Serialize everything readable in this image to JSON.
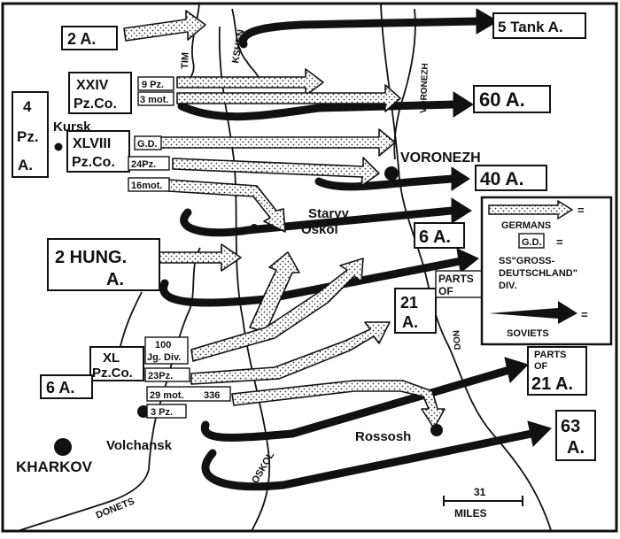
{
  "rivers": {
    "tim": "TIM",
    "kshen": "KSHEN",
    "voronezh": "VORONEZH",
    "don": "DON",
    "oskol": "OSKOL",
    "donets": "DONETS"
  },
  "cities": {
    "kursk": "Kursk",
    "voronezh": "VORONEZH",
    "staryy_oskol": [
      "Staryy",
      "Oskol"
    ],
    "rossosh": "Rossosh",
    "volchansk": "Volchansk",
    "kharkov": "KHARKOV"
  },
  "german_units": {
    "army_4pz": [
      "4",
      "Pz.",
      "A."
    ],
    "army_2": "2 A.",
    "corps_xxiv": [
      "XXIV",
      "Pz.Co."
    ],
    "corps_xlviii": [
      "XLVIII",
      "Pz.Co."
    ],
    "hung_2": [
      "2 HUNG.",
      "A."
    ],
    "corps_xl": [
      "XL",
      "Pz.Co."
    ],
    "army_6": "6 A.",
    "div_9pz": "9 Pz.",
    "div_3mot": "3 mot.",
    "div_gd": "G.D.",
    "div_24pz": "24Pz.",
    "div_16mot": "16mot.",
    "div_100jg": [
      "100",
      "Jg. Div."
    ],
    "div_23pz": "23Pz.",
    "div_29mot": "29 mot.",
    "div_336": "336",
    "div_3pz": "3 Pz."
  },
  "soviet_units": {
    "tank_5": "5 Tank A.",
    "army_60": "60 A.",
    "army_40": "40 A.",
    "army_6": "6 A.",
    "army_21": [
      "21",
      "A."
    ],
    "parts_of": [
      "PARTS",
      "OF"
    ],
    "parts_21": [
      "PARTS",
      "OF",
      "21 A."
    ],
    "army_63": [
      "63",
      "A."
    ]
  },
  "legend": {
    "germans": "GERMANS",
    "gd_box": "G.D.",
    "gd_text": [
      "SS\"GROSS-",
      "DEUTSCHLAND\"",
      "DIV."
    ],
    "soviets": "SOVIETS",
    "eq": "="
  },
  "scale": {
    "value": "31",
    "unit": "MILES"
  }
}
